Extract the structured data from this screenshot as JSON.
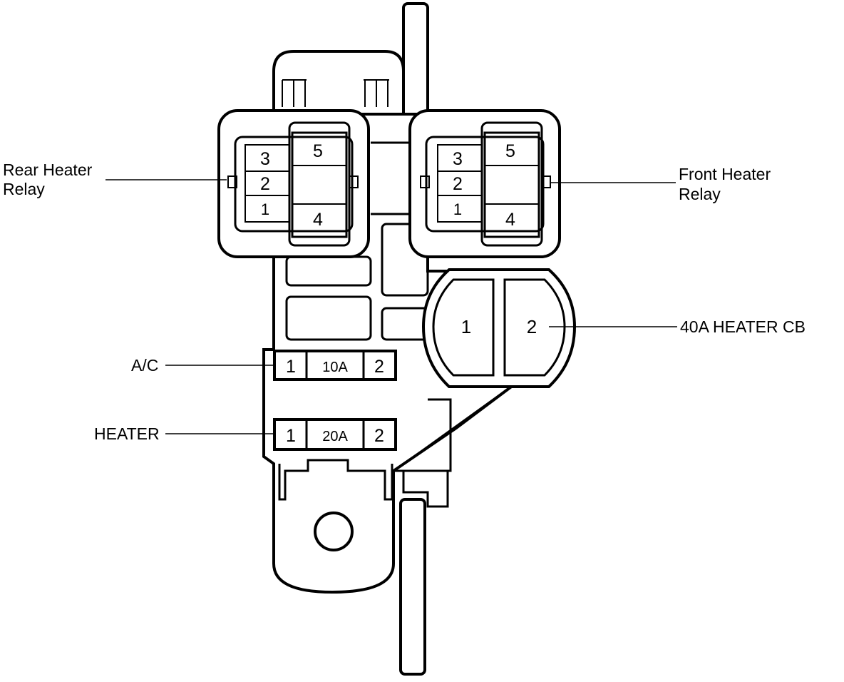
{
  "labels": {
    "rear_heater_relay_line1": "Rear Heater",
    "rear_heater_relay_line2": "Relay",
    "front_heater_relay_line1": "Front Heater",
    "front_heater_relay_line2": "Relay",
    "heater_cb": "40A HEATER CB",
    "ac": "A/C",
    "heater": "HEATER"
  },
  "rear_relay": {
    "pins": [
      "3",
      "2",
      "1",
      "5",
      "4"
    ]
  },
  "front_relay": {
    "pins": [
      "3",
      "2",
      "1",
      "5",
      "4"
    ]
  },
  "circuit_breaker": {
    "pins": [
      "1",
      "2"
    ]
  },
  "fuse_ac": {
    "pin_left": "1",
    "rating": "10A",
    "pin_right": "2"
  },
  "fuse_heater": {
    "pin_left": "1",
    "rating": "20A",
    "pin_right": "2"
  }
}
